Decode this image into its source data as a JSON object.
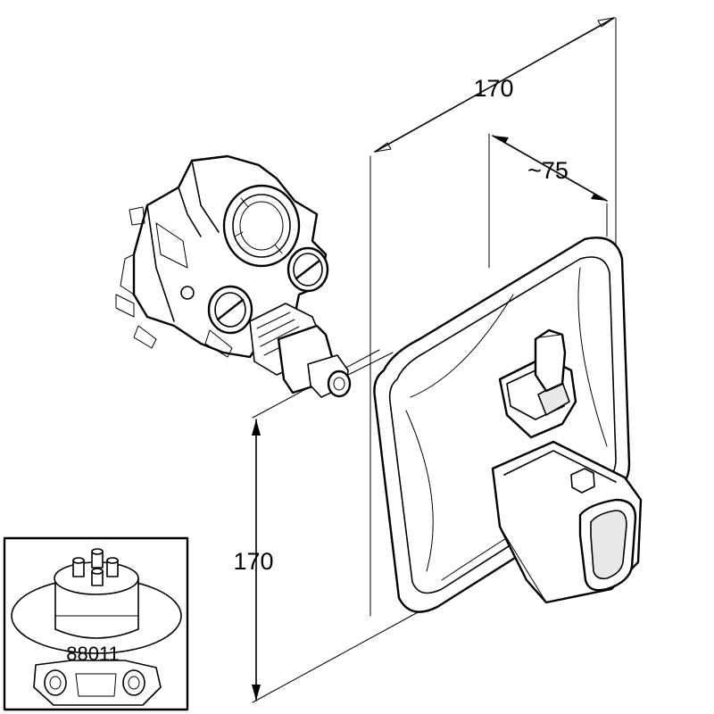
{
  "dimensions": {
    "overall_width": "170",
    "depth": "~75",
    "overall_height": "170"
  },
  "inset": {
    "article_number": "88011"
  },
  "parts": {
    "rough_in_valve": "rough-in-valve-body",
    "trim_plate": "square-cover-plate",
    "lever_handle": "diverter-lever",
    "knob_handle": "thermostat-knob"
  }
}
